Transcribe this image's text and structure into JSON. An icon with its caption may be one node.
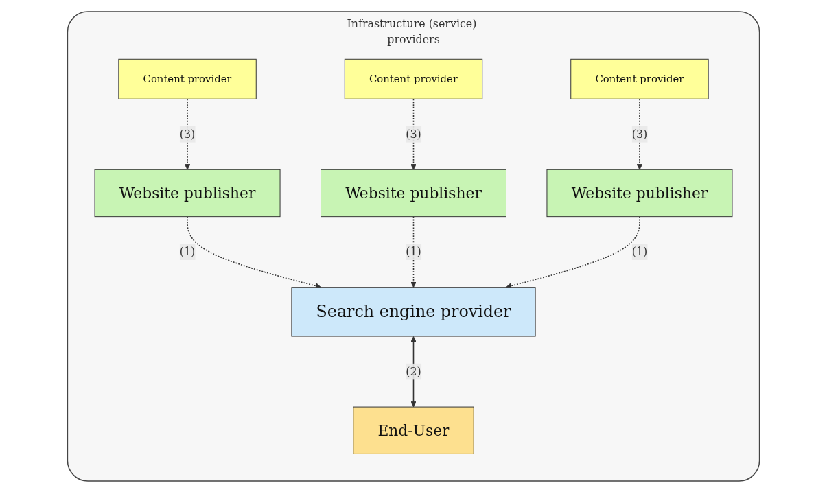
{
  "diagram": {
    "nodes": [
      {
        "text": [
          "Infrastructure (service) providers"
        ]
      },
      {
        "text": [
          "Content provider"
        ],
        "in": 0
      },
      {
        "text": [
          "Content provider"
        ],
        "in": 0
      },
      {
        "text": [
          "Content provider"
        ],
        "in": 0
      },
      {
        "text": [
          "Website publisher"
        ],
        "in": 0
      },
      {
        "text": [
          "Website publisher"
        ],
        "in": 0
      },
      {
        "text": [
          "Website publisher"
        ],
        "in": 0
      },
      {
        "text": [
          "Search engine provider"
        ],
        "in": 0
      },
      {
        "text": [
          "End-User"
        ],
        "in": 0
      }
    ],
    "edges": [
      {
        "from": 1,
        "to": 4,
        "arrow": "to",
        "label": "(3)",
        "style": "dashed"
      },
      {
        "from": 2,
        "to": 5,
        "arrow": "to",
        "label": "(3)",
        "style": "dashed"
      },
      {
        "from": 3,
        "to": 6,
        "arrow": "to",
        "label": "(3)",
        "style": "dashed"
      },
      {
        "from": 4,
        "to": 7,
        "arrow": "to",
        "label": "(1)",
        "style": "dashed"
      },
      {
        "from": 5,
        "to": 7,
        "arrow": "to",
        "label": "(1)",
        "style": "dashed"
      },
      {
        "from": 6,
        "to": 7,
        "arrow": "to",
        "label": "(1)",
        "style": "dashed"
      },
      {
        "from": 7,
        "to": 8,
        "arrow": "both",
        "label": "(2)"
      }
    ]
  }
}
